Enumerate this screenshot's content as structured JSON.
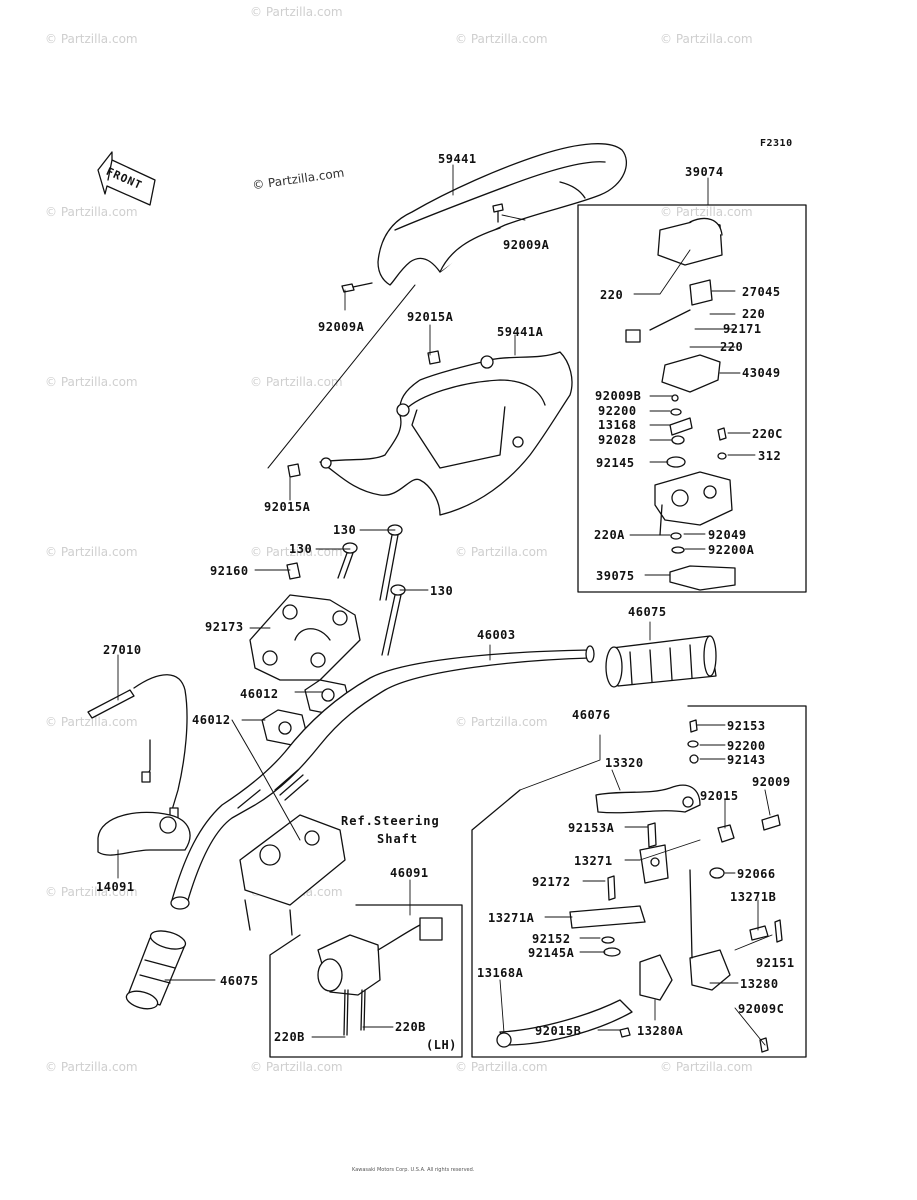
{
  "figure_code": "F2310",
  "front_label": "FRONT",
  "watermark": "© Partzilla.com",
  "copyright": "Kawasaki Motors Corp. U.S.A. All rights reserved.",
  "reference": {
    "line1": "Ref.Steering",
    "line2": "Shaft"
  },
  "lh_label": "(LH)",
  "parts": {
    "p59441": "59441",
    "p92009A_1": "92009A",
    "p92009A_2": "92009A",
    "p92015A_1": "92015A",
    "p59441A": "59441A",
    "p92015A_2": "92015A",
    "p130_1": "130",
    "p130_2": "130",
    "p130_3": "130",
    "p92160": "92160",
    "p92173": "92173",
    "p27010": "27010",
    "p46012_1": "46012",
    "p46012_2": "46012",
    "p46003": "46003",
    "p46075_1": "46075",
    "p46075_2": "46075",
    "p14091": "14091",
    "p46091": "46091",
    "p220B_1": "220B",
    "p220B_2": "220B",
    "p39074": "39074",
    "p220_1": "220",
    "p27045": "27045",
    "p220_2": "220",
    "p92171": "92171",
    "p220_3": "220",
    "p43049": "43049",
    "p92009B": "92009B",
    "p92200_1": "92200",
    "p13168": "13168",
    "p92028": "92028",
    "p220C": "220C",
    "p312": "312",
    "p92145": "92145",
    "p220A": "220A",
    "p92049": "92049",
    "p92200A": "92200A",
    "p39075": "39075",
    "p46076": "46076",
    "p92153": "92153",
    "p92200_2": "92200",
    "p92143": "92143",
    "p13320": "13320",
    "p92009": "92009",
    "p92015": "92015",
    "p92153A": "92153A",
    "p13271": "13271",
    "p92066": "92066",
    "p92172": "92172",
    "p13271B": "13271B",
    "p13271A": "13271A",
    "p92152": "92152",
    "p92151": "92151",
    "p92145A": "92145A",
    "p13280": "13280",
    "p13168A": "13168A",
    "p92015B": "92015B",
    "p13280A": "13280A",
    "p92009C": "92009C"
  }
}
